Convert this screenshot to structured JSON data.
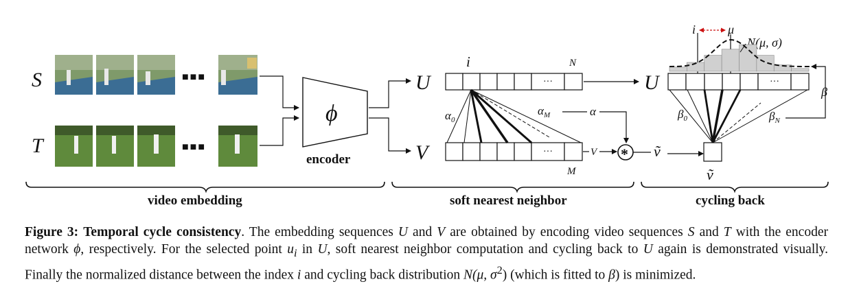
{
  "diagram": {
    "seq_labels": {
      "s": "S",
      "t": "T"
    },
    "ellipsis": "■■■",
    "encoder": {
      "symbol": "ϕ",
      "label": "encoder"
    },
    "u_label": "U",
    "v_label": "V",
    "index_i": "i",
    "index_n": "N",
    "index_m": "M",
    "cell_dots": "···",
    "alpha_0": "α0",
    "alpha_m": "αM",
    "alpha": "α",
    "v_inline": "V",
    "star": "*",
    "v_tilde": "ṽ",
    "beta_0": "β0",
    "beta_n": "βN",
    "beta": "β",
    "i_mu_i": "i",
    "i_mu_mu": "μ",
    "gaussian": "N(μ, σ)",
    "sections": {
      "video_embedding": "video embedding",
      "soft_nn": "soft nearest neighbor",
      "cycling_back": "cycling back"
    },
    "histogram_levels": [
      0.12,
      0.25,
      0.45,
      0.62,
      0.75,
      0.45,
      0.18,
      0.08
    ],
    "colors": {
      "frame_sky": "#6f8d5a",
      "court_blue": "#3b6d94",
      "court_green": "#5f8a3c",
      "hist_fill": "#d0d0d0",
      "arrow_red": "#cc1111"
    }
  },
  "caption": {
    "label": "Figure 3:",
    "title": "Temporal cycle consistency",
    "p1": ". The embedding sequences ",
    "U": "U",
    "p2": " and ",
    "V": "V",
    "p3": " are obtained by encoding video sequences ",
    "S": "S",
    "p4": " and ",
    "T": "T",
    "p5": " with the encoder network ",
    "phi": "ϕ",
    "p6": ", respectively. For the selected point ",
    "ui": "u",
    "ui_sub": "i",
    "p7": " in ",
    "U2": "U",
    "p8": ", soft nearest neighbor computation and cycling back to ",
    "U3": "U",
    "p9": " again is demonstrated visually. Finally the normalized distance between the index ",
    "i": "i",
    "p10": " and cycling back distribution ",
    "nmu": "N(μ, σ",
    "sq": "2",
    "close": ")",
    "p11": " (which is fitted to ",
    "beta": "β",
    "p12": ") is minimized."
  }
}
